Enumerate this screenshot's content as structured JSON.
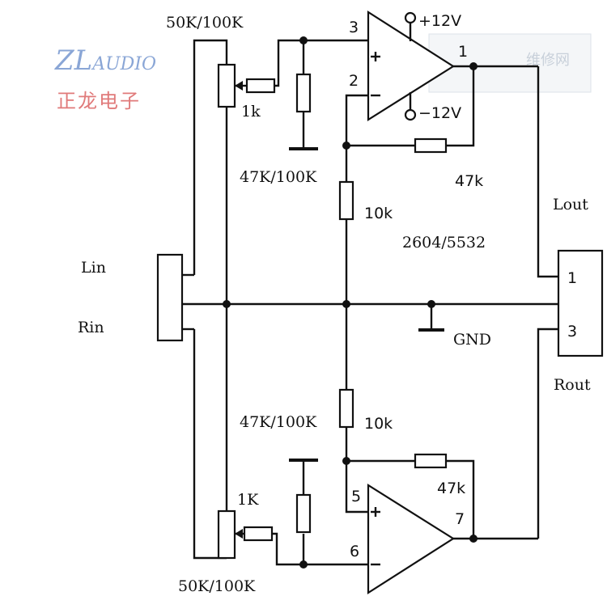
{
  "logo": {
    "brand": "ZLAUDIO",
    "brand_cn": "正龙电子"
  },
  "labels": {
    "pot_top": "50K/100K",
    "pot_bottom": "50K/100K",
    "r_top_series": "1k",
    "r_bottom_series": "1K",
    "r_top_shunt": "47K/100K",
    "r_bottom_shunt": "47K/100K",
    "r_top_feedback": "47k",
    "r_bottom_feedback": "47k",
    "r_top_ground": "10k",
    "r_bottom_ground": "10k",
    "opamp": "2604/5532",
    "supply_pos": "+12V",
    "supply_neg": "−12V",
    "lin": "Lin",
    "rin": "Rin",
    "lout": "Lout",
    "rout": "Rout",
    "gnd": "GND"
  },
  "pins": {
    "top_plus": "3",
    "top_minus": "2",
    "top_out": "1",
    "bottom_plus": "5",
    "bottom_minus": "6",
    "bottom_out": "7",
    "conn_1": "1",
    "conn_3": "3"
  },
  "watermark": {
    "text": "维修网"
  }
}
